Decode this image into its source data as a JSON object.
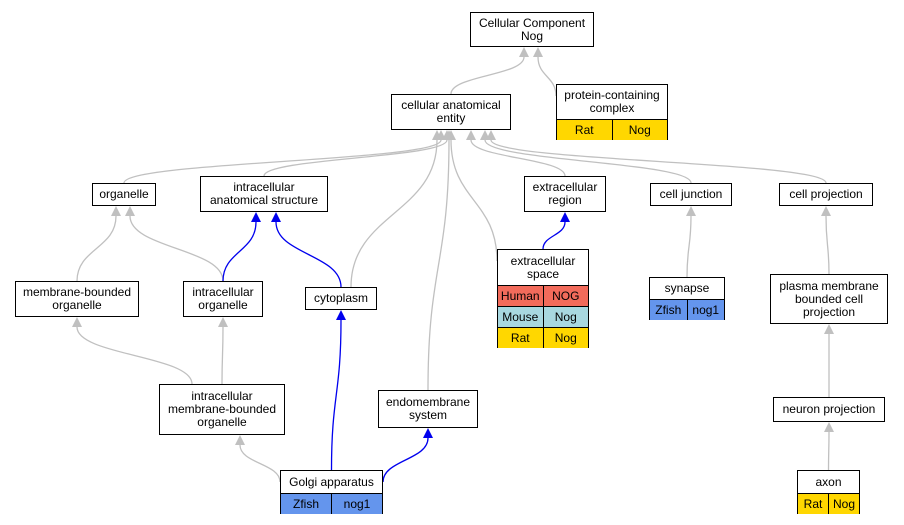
{
  "colors": {
    "edge_gray": "#c0c0c0",
    "edge_blue": "#0000ee",
    "human": "#f26b5b",
    "mouse": "#a8d8e0",
    "rat": "#ffd700",
    "zfish": "#6495ed"
  },
  "nodes": {
    "root": {
      "label": "Cellular Component\nNog"
    },
    "anat": {
      "label": "cellular anatomical\nentity"
    },
    "pcc": {
      "label": "protein-containing\ncomplex",
      "orthologs": [
        {
          "species": "Rat",
          "gene": "Nog",
          "color": "rat"
        }
      ]
    },
    "organelle": {
      "label": "organelle"
    },
    "ias": {
      "label": "intracellular\nanatomical structure"
    },
    "ecr": {
      "label": "extracellular\nregion"
    },
    "cj": {
      "label": "cell junction"
    },
    "cp": {
      "label": "cell projection"
    },
    "mbo": {
      "label": "membrane-bounded\norganelle"
    },
    "io": {
      "label": "intracellular\norganelle"
    },
    "cyto": {
      "label": "cytoplasm"
    },
    "ecs": {
      "label": "extracellular\nspace",
      "orthologs": [
        {
          "species": "Human",
          "gene": "NOG",
          "color": "human"
        },
        {
          "species": "Mouse",
          "gene": "Nog",
          "color": "mouse"
        },
        {
          "species": "Rat",
          "gene": "Nog",
          "color": "rat"
        }
      ]
    },
    "syn": {
      "label": "synapse",
      "orthologs": [
        {
          "species": "Zfish",
          "gene": "nog1",
          "color": "zfish"
        }
      ]
    },
    "pmb": {
      "label": "plasma membrane\nbounded cell\nprojection"
    },
    "imbo": {
      "label": "intracellular\nmembrane-bounded\norganelle"
    },
    "endo": {
      "label": "endomembrane\nsystem"
    },
    "np": {
      "label": "neuron projection"
    },
    "golgi": {
      "label": "Golgi apparatus",
      "orthologs": [
        {
          "species": "Zfish",
          "gene": "nog1",
          "color": "zfish"
        }
      ]
    },
    "axon": {
      "label": "axon",
      "orthologs": [
        {
          "species": "Rat",
          "gene": "Nog",
          "color": "rat"
        }
      ]
    }
  },
  "edges": [
    {
      "from": "anat",
      "to": "root",
      "color": "edge_gray"
    },
    {
      "from": "pcc",
      "to": "root",
      "color": "edge_gray"
    },
    {
      "from": "organelle",
      "to": "anat",
      "color": "edge_gray"
    },
    {
      "from": "ias",
      "to": "anat",
      "color": "edge_gray"
    },
    {
      "from": "ecr",
      "to": "anat",
      "color": "edge_gray"
    },
    {
      "from": "cj",
      "to": "anat",
      "color": "edge_gray"
    },
    {
      "from": "cp",
      "to": "anat",
      "color": "edge_gray"
    },
    {
      "from": "cyto",
      "to": "anat",
      "color": "edge_gray"
    },
    {
      "from": "endo",
      "to": "anat",
      "color": "edge_gray"
    },
    {
      "from": "ecs",
      "to": "anat",
      "color": "edge_gray"
    },
    {
      "from": "mbo",
      "to": "organelle",
      "color": "edge_gray"
    },
    {
      "from": "io",
      "to": "organelle",
      "color": "edge_gray"
    },
    {
      "from": "io",
      "to": "ias",
      "color": "edge_blue"
    },
    {
      "from": "cyto",
      "to": "ias",
      "color": "edge_blue"
    },
    {
      "from": "ecs",
      "to": "ecr",
      "color": "edge_blue"
    },
    {
      "from": "syn",
      "to": "cj",
      "color": "edge_gray"
    },
    {
      "from": "pmb",
      "to": "cp",
      "color": "edge_gray"
    },
    {
      "from": "imbo",
      "to": "mbo",
      "color": "edge_gray"
    },
    {
      "from": "imbo",
      "to": "io",
      "color": "edge_gray"
    },
    {
      "from": "golgi",
      "to": "imbo",
      "color": "edge_gray"
    },
    {
      "from": "golgi",
      "to": "cyto",
      "color": "edge_blue"
    },
    {
      "from": "golgi",
      "to": "endo",
      "color": "edge_blue"
    },
    {
      "from": "np",
      "to": "pmb",
      "color": "edge_gray"
    },
    {
      "from": "axon",
      "to": "np",
      "color": "edge_gray"
    }
  ]
}
